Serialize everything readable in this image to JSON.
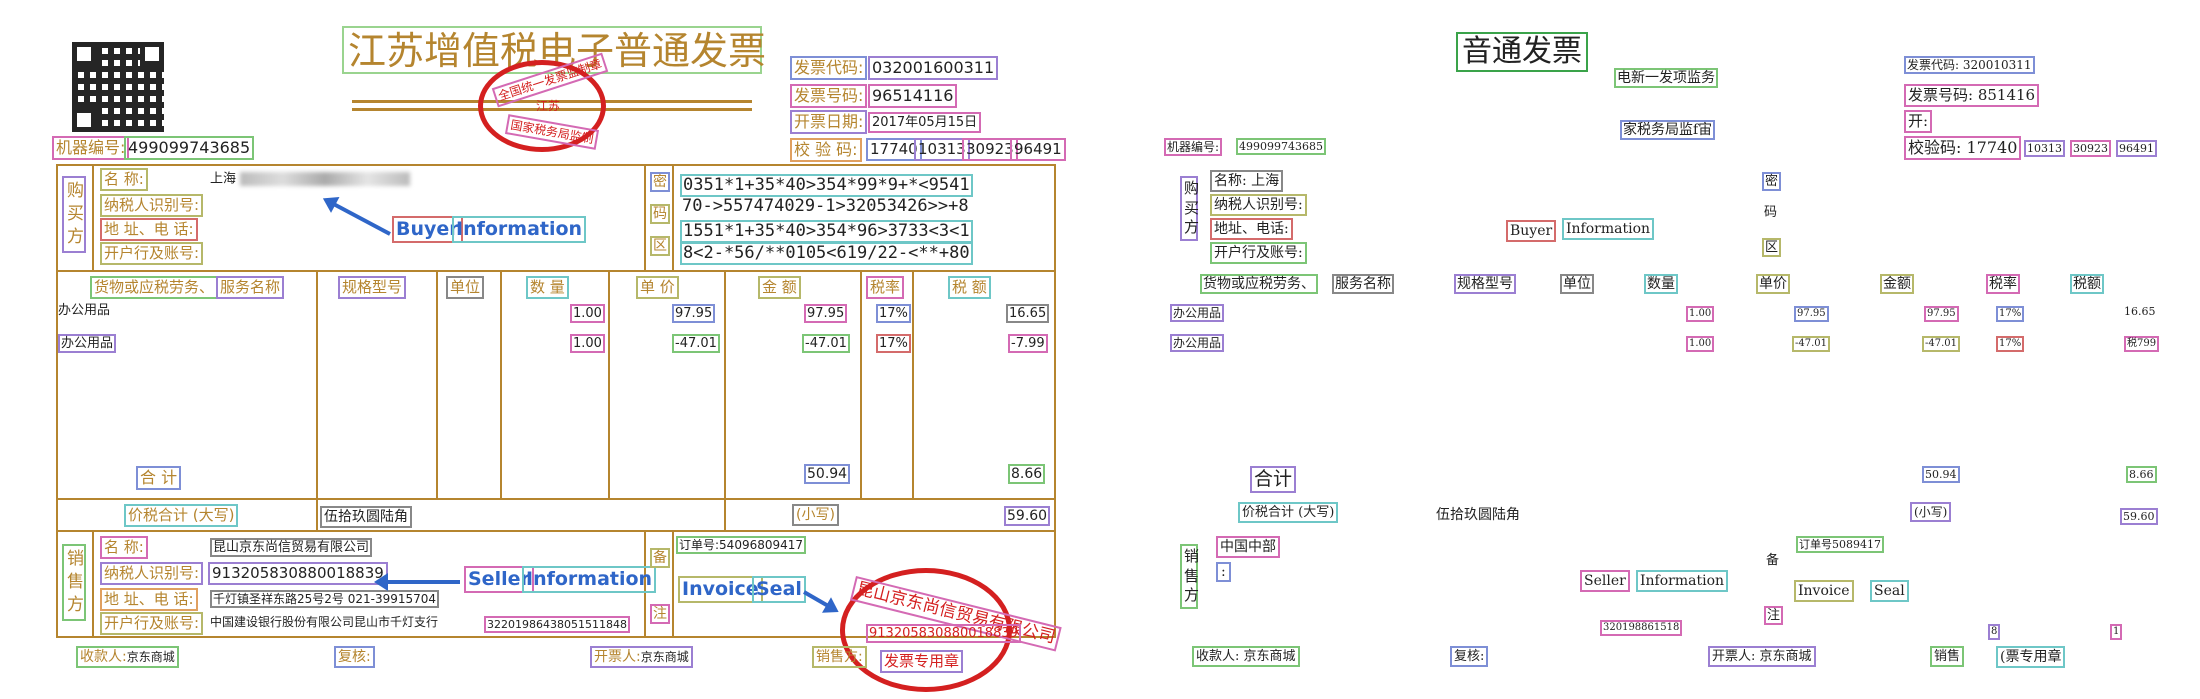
{
  "left": {
    "title": "江苏增值税电子普通发票",
    "stamp_top_text": "全国统一发票监制章",
    "stamp_mid_text": "江苏",
    "stamp_bottom_text": "国家税务局监制",
    "machine_no_label": "机器编号:",
    "machine_no": "499099743685",
    "code_label": "发票代码:",
    "code": "032001600311",
    "number_label": "发票号码:",
    "number": "96514116",
    "date_label": "开票日期:",
    "date": "2017年05月15日",
    "check_label": "校 验 码:",
    "check_1": "17740",
    "check_2": "10313",
    "check_3": "30923",
    "check_4": "96491",
    "buyer_side": "购买方",
    "name_label": "名          称:",
    "name_value": "上海",
    "taxid_label": "纳税人识别号:",
    "addr_label": "地 址、电 话:",
    "bank_label": "开户行及账号:",
    "buyer_ann_1": "Buyer",
    "buyer_ann_2": "Information",
    "pwd_side_1": "密",
    "pwd_side_2": "码",
    "pwd_side_3": "区",
    "cipher_1": "0351*1+35*40>354*99*9+*<9541",
    "cipher_2": "70->557474029-1>32053426>>+8",
    "cipher_3": "1551*1+35*40>354*96>3733<3<1",
    "cipher_4": "8<2-*56/**0105<619/22-<**+80",
    "h_goods_1": "货物或应税劳务、",
    "h_goods_2": "服务名称",
    "h_spec": "规格型号",
    "h_unit": "单位",
    "h_qty": "数 量",
    "h_price": "单 价",
    "h_amount": "金 额",
    "h_rate": "税率",
    "h_tax": "税 额",
    "rows": [
      {
        "name": "办公用品",
        "qty": "1.00",
        "price": "97.95",
        "amount": "97.95",
        "rate": "17%",
        "tax": "16.65"
      },
      {
        "name": "办公用品",
        "qty": "1.00",
        "price": "-47.01",
        "amount": "-47.01",
        "rate": "17%",
        "tax": "-7.99"
      }
    ],
    "total_label": "合          计",
    "total_amount": "50.94",
    "total_tax": "8.66",
    "sum_label": "价税合计 (大写)",
    "sum_words": "伍拾玖圆陆角",
    "small_label": "(小写)",
    "sum_value": "59.60",
    "seller_side": "销售方",
    "s_name_label": "名          称:",
    "s_name": "昆山京东尚信贸易有限公司",
    "s_taxid_label": "纳税人识别号:",
    "s_taxid": "913205830880018839",
    "s_addr_label": "地 址、电 话:",
    "s_addr": "千灯镇圣祥东路25号2号 021-39915704",
    "s_bank_label": "开户行及账号:",
    "s_bank": "中国建设银行股份有限公司昆山市千灯支行",
    "s_bank_no": "32201986438051511848",
    "seller_ann_1": "Seller",
    "seller_ann_2": "Information",
    "remark_side_1": "备",
    "remark_side_2": "注",
    "order_no": "订单号:54096809417",
    "invoice_ann": "Invoice",
    "seal_ann": "Seal",
    "seal_text": "昆山京东尚信贸易有限公司",
    "seal_number": "913205830880018839",
    "seal_bottom": "发票专用章",
    "payee_label": "收款人:",
    "payee": "京东商城",
    "reviewer_label": "复核:",
    "issuer_label": "开票人:",
    "issuer": "京东商城",
    "seller_footer_label": "销售方:"
  },
  "right": {
    "title": "音通发票",
    "seal_1": "电新一发项监务",
    "seal_2": "家税务局监f宙",
    "code": "发票代码: 320010311",
    "number": "发票号码: 851416",
    "date": "开:",
    "check": "校验码: 17740",
    "check_2": "10313",
    "check_3": "30923",
    "check_4": "96491",
    "machine": "机器编号:",
    "machine_no": "499099743685",
    "buyer_side": "购买方",
    "name": "名称: 上海",
    "taxid": "纳税人识别号:",
    "addr": "地址、电话:",
    "bank": "开户行及账号:",
    "buyer_1": "Buyer",
    "buyer_2": "Information",
    "pwd_1": "密",
    "pwd_2": "码",
    "pwd_3": "区",
    "h_goods_1": "货物或应税劳务、",
    "h_goods_2": "服务名称",
    "h_spec": "规格型号",
    "h_unit": "单位",
    "h_qty": "数量",
    "h_price": "单价",
    "h_amount": "金额",
    "h_rate": "税率",
    "h_tax": "税额",
    "rows": [
      {
        "name": "办公用品",
        "qty": "1.00",
        "price": "97.95",
        "amount": "97.95",
        "rate": "17%",
        "tax": "16.65"
      },
      {
        "name": "办公用品",
        "qty": "1.00",
        "price": "-47.01",
        "amount": "-47.01",
        "rate": "17%",
        "tax": "税799"
      }
    ],
    "total_label": "合计",
    "total_amount": "50.94",
    "total_tax": "8.66",
    "sum_label": "价税合计 (大写)",
    "sum_words": "伍拾玖圆陆角",
    "small_label": "(小写)",
    "sum_value": "59.60",
    "seller_side": "销售方",
    "s_name": "中国中部",
    "s_colon": ":",
    "order_no": "订单号5089417",
    "seller_1": "Seller",
    "seller_2": "Information",
    "remark_1": "备",
    "remark_2": "注",
    "invoice": "Invoice",
    "seal": "Seal",
    "s_bank_no": "320198861518",
    "mark_8": "8",
    "mark_1": "1",
    "payee": "收款人: 京东商城",
    "reviewer": "复核:",
    "issuer": "开票人: 京东商城",
    "seller_footer": "销售",
    "stamp_footer": "(票专用章"
  }
}
